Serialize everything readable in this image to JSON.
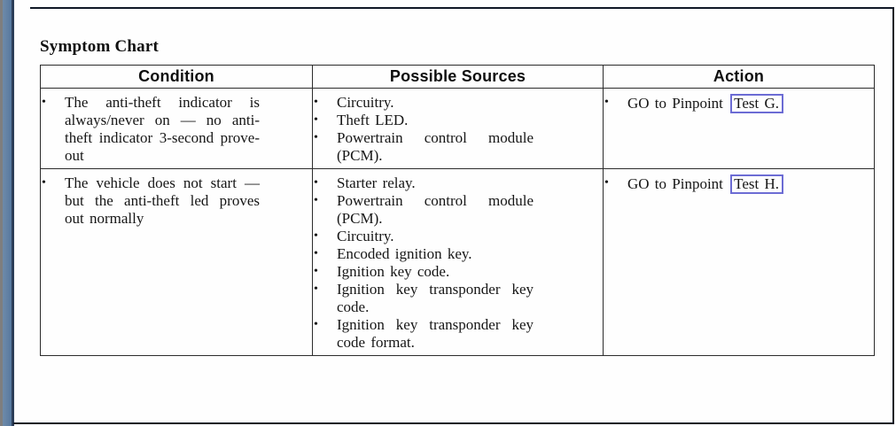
{
  "page": {
    "title": "Symptom Chart"
  },
  "table": {
    "headers": [
      "Condition",
      "Possible Sources",
      "Action"
    ],
    "rows": [
      {
        "condition": "The anti-theft indicator is always/never on — no anti-theft indicator 3-second prove-out",
        "sources": [
          "Circuitry.",
          "Theft LED.",
          "Powertrain control module (PCM)."
        ],
        "action": {
          "prefix": "GO to Pinpoint ",
          "link": "Test G."
        }
      },
      {
        "condition": "The vehicle does not start — but the anti-theft led proves out normally",
        "sources": [
          "Starter relay.",
          "Powertrain control module (PCM).",
          "Circuitry.",
          "Encoded ignition key.",
          "Ignition key code.",
          "Ignition key transponder key code.",
          "Ignition key transponder key code format."
        ],
        "action": {
          "prefix": "GO to Pinpoint ",
          "link": "Test H."
        }
      }
    ]
  },
  "icons": {
    "bullet": "•"
  },
  "colors": {
    "link_box_border": "#6c6cd4",
    "binder_bar_blue": "#5c7ea7",
    "page_border_dark": "#101826"
  }
}
